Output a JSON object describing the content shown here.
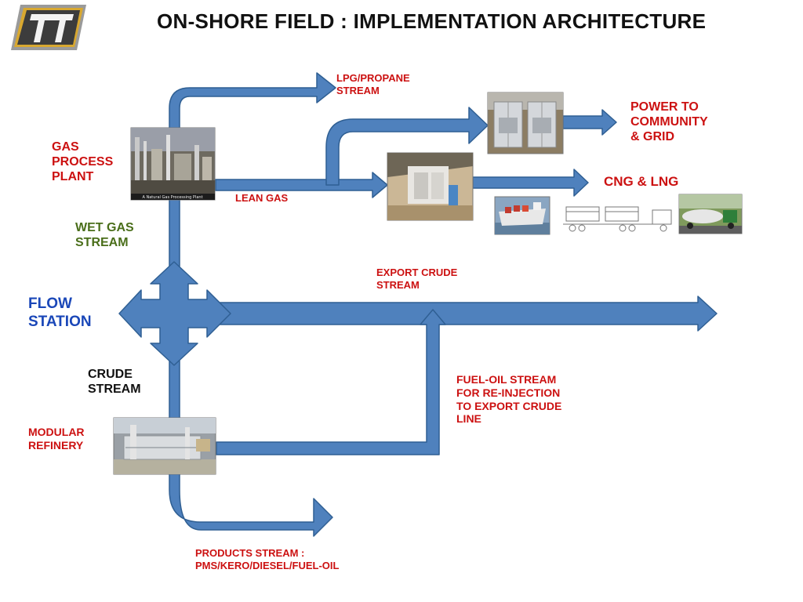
{
  "title": "ON-SHORE FIELD : IMPLEMENTATION ARCHITECTURE",
  "logo": {
    "alt": "TT logo"
  },
  "colors": {
    "stream": "#4f81bd",
    "stream_edge": "#2f5f93",
    "label_red": "#cc1111",
    "label_blue": "#1a47b8",
    "label_green": "#4a6e1a"
  },
  "labels": {
    "gas_process_plant": "GAS\nPROCESS\nPLANT",
    "wet_gas_stream": "WET GAS\nSTREAM",
    "flow_station": "FLOW\nSTATION",
    "crude_stream": "CRUDE\nSTREAM",
    "modular_refinery": "MODULAR\nREFINERY",
    "lpg_propane": "LPG/PROPANE\nSTREAM",
    "lean_gas": "LEAN GAS",
    "power_to_community": "POWER TO\nCOMMUNITY\n& GRID",
    "cng_lng": "CNG & LNG",
    "export_crude": "EXPORT CRUDE\nSTREAM",
    "fuel_oil_stream": "FUEL-OIL STREAM\nFOR RE-INJECTION\nTO EXPORT CRUDE\nLINE",
    "products_stream": "PRODUCTS STREAM :\nPMS/KERO/DIESEL/FUEL-OIL"
  },
  "photos": {
    "gas_plant_caption": "A Natural Gas Processing Plant",
    "gas_plant": "gas-processing-plant-photo",
    "power_generator": "power-generator-photo",
    "cng_facility": "cng-facility-photo",
    "ship": "lng-ship-photo",
    "trailer": "cng-trailer-drawing",
    "tanker_truck": "tanker-truck-photo",
    "refinery": "modular-refinery-photo"
  }
}
